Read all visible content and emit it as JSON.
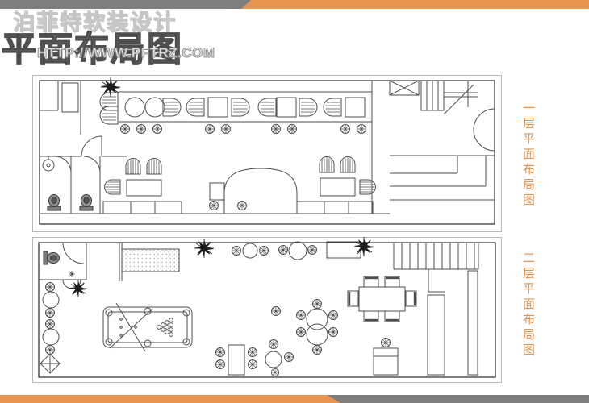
{
  "watermark": {
    "brand": "泊菲特软装设计",
    "title": "平面布局图",
    "url": "HTTP://WWW.PFTRZ.COM"
  },
  "labels": {
    "floor1": "一层平面布局图",
    "floor2": "二层平面布局图"
  },
  "colors": {
    "accent_orange": "#E8944F",
    "bar_gray": "#7E7E7E"
  }
}
